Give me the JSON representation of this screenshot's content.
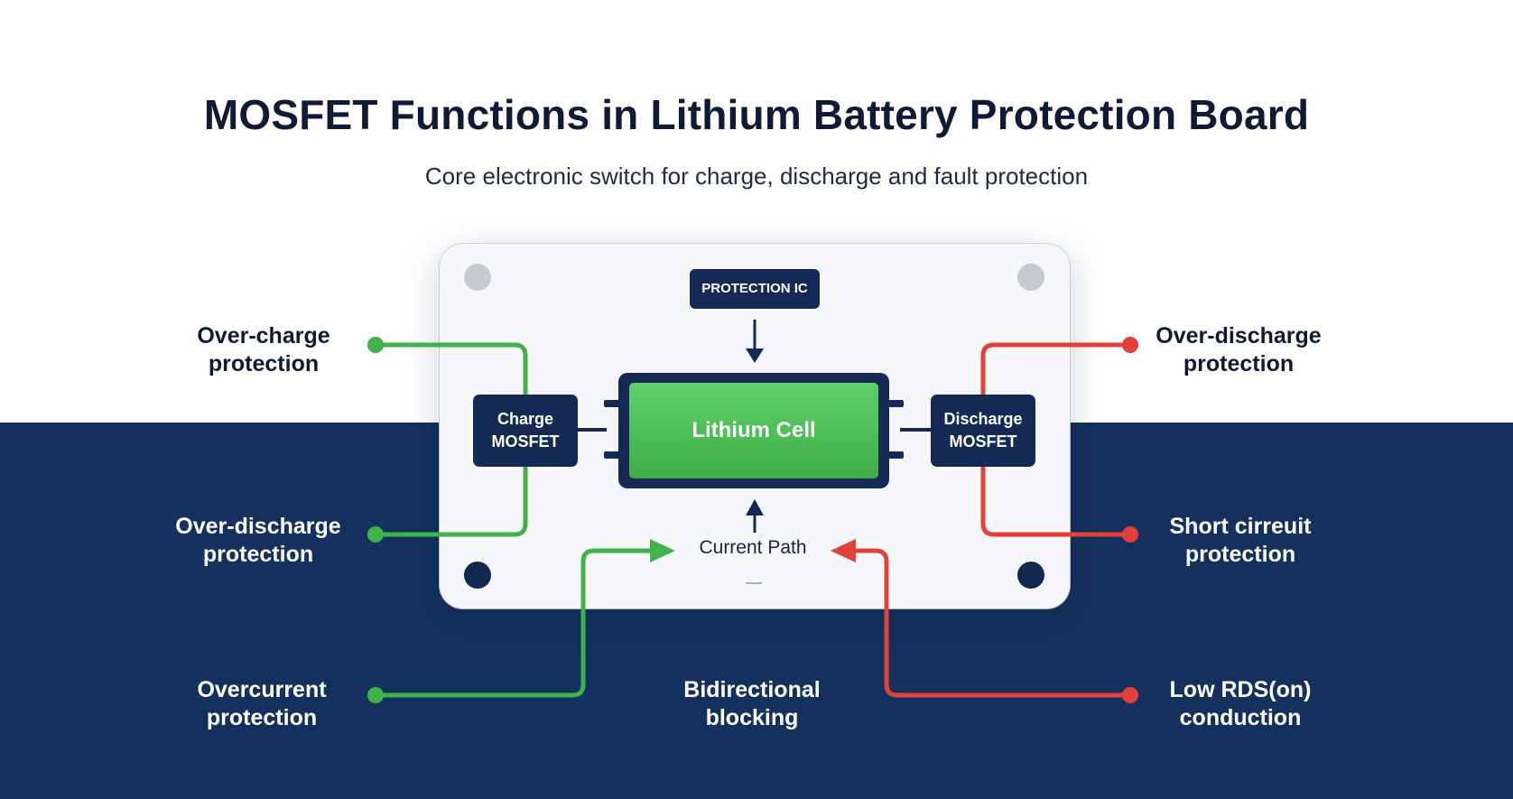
{
  "title": "MOSFET Functions in Lithium Battery Protection Board",
  "subtitle": "Core electronic switch for charge, discharge and fault protection",
  "board": {
    "protection_ic": "PROTECTION IC",
    "charge_mosfet_line1": "Charge",
    "charge_mosfet_line2": "MOSFET",
    "discharge_mosfet_line1": "Discharge",
    "discharge_mosfet_line2": "MOSFET",
    "cell": "Lithium Cell",
    "current_path": "Current Path"
  },
  "functions": {
    "left": [
      {
        "line1": "Over-charge",
        "line2": "protection"
      },
      {
        "line1": "Over-discharge",
        "line2": "protection"
      },
      {
        "line1": "Overcurrent",
        "line2": "protection"
      }
    ],
    "right": [
      {
        "line1": "Over-discharge",
        "line2": "protection"
      },
      {
        "line1": "Short cirreuit",
        "line2": "protection"
      },
      {
        "line1": "Low RDS(on)",
        "line2": "conduction"
      }
    ],
    "center": {
      "line1": "Bidirectional",
      "line2": "blocking"
    }
  },
  "colors": {
    "navy": "#14305c",
    "green": "#3fb24a",
    "red": "#e3403a",
    "board": "#f5f7fa"
  }
}
